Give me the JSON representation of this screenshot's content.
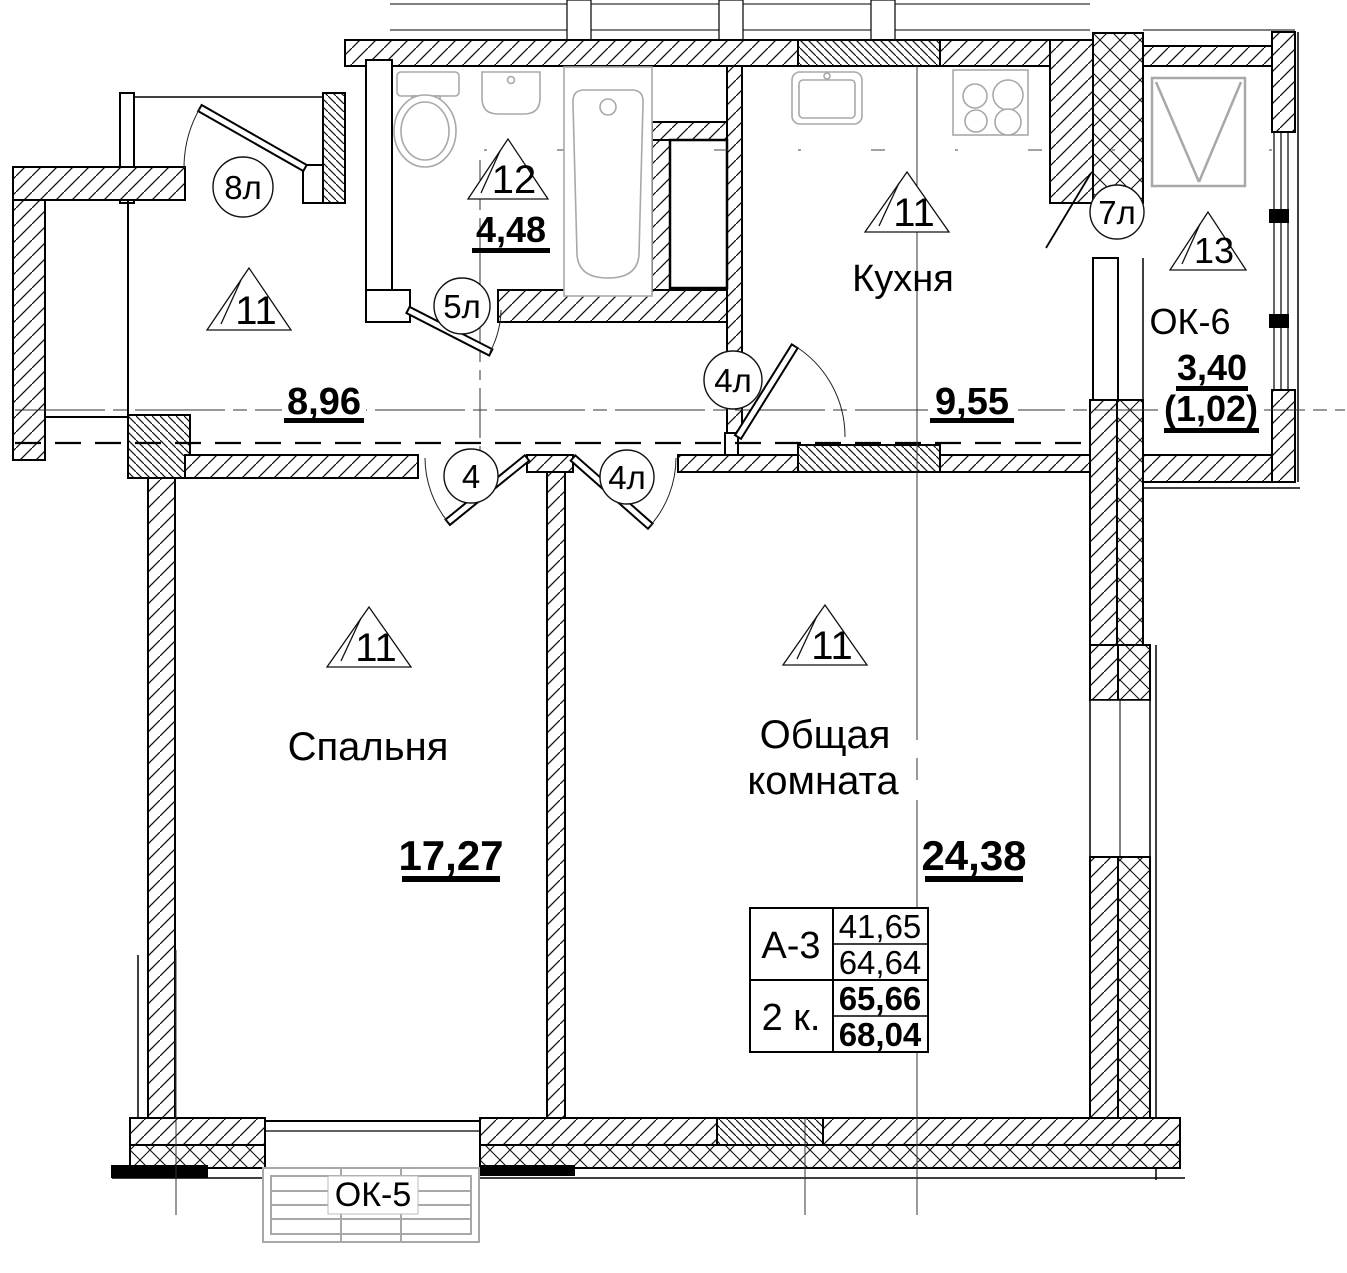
{
  "plan": {
    "markers": {
      "hall": "11",
      "bathroom": "12",
      "kitchen": "11",
      "bedroom": "11",
      "living": "11",
      "balcony": "13"
    },
    "rooms": {
      "hall": {
        "area": "8,96"
      },
      "bathroom": {
        "area": "4,48"
      },
      "kitchen": {
        "name": "Кухня",
        "area": "9,55"
      },
      "bedroom": {
        "name": "Спальня",
        "area": "17,27"
      },
      "living": {
        "name1": "Общая",
        "name2": "комната",
        "area": "24,38"
      },
      "balcony": {
        "window": "ОК-6",
        "area": "3,40",
        "area_coeff": "(1,02)"
      }
    },
    "doors": {
      "entry": "8л",
      "bathroom": "5л",
      "bedroom": "4",
      "living": "4л",
      "kitchen": "4л",
      "balcony": "7л"
    },
    "windows": {
      "bottom": "ОК-5"
    },
    "info_table": {
      "type": "А-3",
      "rooms": "2 к.",
      "col2": [
        "41,65",
        "64,64",
        "65,66",
        "68,04"
      ]
    }
  }
}
